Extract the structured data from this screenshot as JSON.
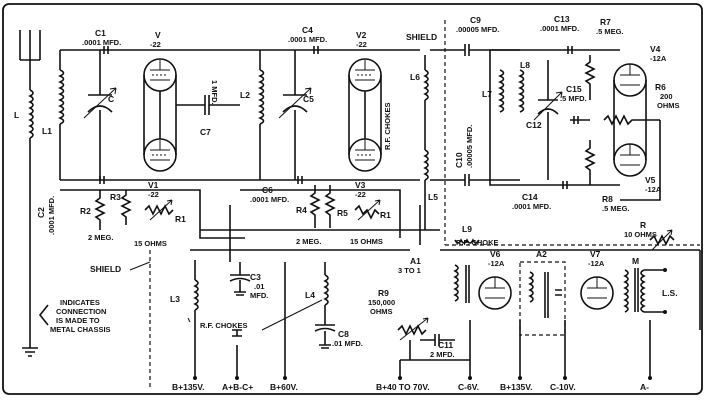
{
  "labels": {
    "L": "L",
    "C1": "C1",
    "C1v": ".0001 MFD.",
    "V": "V",
    "Vv": "-22",
    "C": "C",
    "L1": "L1",
    "C7": "C7",
    "C7v": "1 MFD.",
    "V1": "V1",
    "V1v": "-22",
    "C2": "C2",
    "C2v": ".0001 MFD.",
    "R2": "R2",
    "R3": "R3",
    "R1": "R1",
    "meg2a": "2 MEG.",
    "ohm15a": "15 OHMS",
    "C4": "C4",
    "C4v": ".0001 MFD.",
    "V2": "V2",
    "V2v": "-22",
    "L2": "L2",
    "C5": "C5",
    "C6": "C6",
    "C6v": ".0001 MFD.",
    "V3": "V3",
    "V3v": "-22",
    "R4": "R4",
    "R5": "R5",
    "R1b": "R1",
    "meg2b": "2 MEG.",
    "ohm15b": "15 OHMS",
    "shieldTop": "SHIELD",
    "L6": "L6",
    "rfChokes": "R.F. CHOKES",
    "L5": "L5",
    "C9": "C9",
    "C9v": ".00005 MFD.",
    "C10": "C10",
    "C10v": ".00005 MFD.",
    "L7": "L7",
    "L8": "L8",
    "C13": "C13",
    "C13v": ".0001 MFD.",
    "R7": "R7",
    "R7v": ".5 MEG.",
    "V4": "V4",
    "V4v": "-12A",
    "C15": "C15",
    "C15v": ".5 MFD.",
    "R6": "R6",
    "R6v": "200",
    "R6u": "OHMS",
    "C12": "C12",
    "C14": "C14",
    "C14v": ".0001 MFD.",
    "R8": "R8",
    "R8v": ".5 MEG.",
    "V5": "V5",
    "V5v": "-12A",
    "shieldLeft": "SHIELD",
    "C3": "C3",
    "C3v": ".01",
    "C3u": "MFD.",
    "L3": "L3",
    "L4": "L4",
    "rfChokes2": "R.F. CHOKES",
    "C8": "C8",
    "C8v": ".01 MFD.",
    "R9": "R9",
    "R9v": "150,000",
    "R9u": "OHMS",
    "L9": "L9",
    "L9v": "R.F. CHOKE",
    "A1": "A1",
    "A1v": "3 TO 1",
    "V6": "V6",
    "V6v": "-12A",
    "A2": "A2",
    "V7": "V7",
    "V7v": "-12A",
    "M": "M",
    "R": "R",
    "Rv": "10 OHMS",
    "LS": "L.S.",
    "C11": "C11",
    "C11v": "2 MFD.",
    "note1": "INDICATES",
    "note2": "CONNECTION",
    "note3": "IS MADE TO",
    "note4": "METAL CHASSIS",
    "b135a": "B+135V.",
    "abc": "A+B-C+",
    "b60": "B+60V.",
    "b40": "B+40 TO 70V.",
    "c6": "C-6V.",
    "b135b": "B+135V.",
    "c10": "C-10V.",
    "aminus": "A-"
  }
}
